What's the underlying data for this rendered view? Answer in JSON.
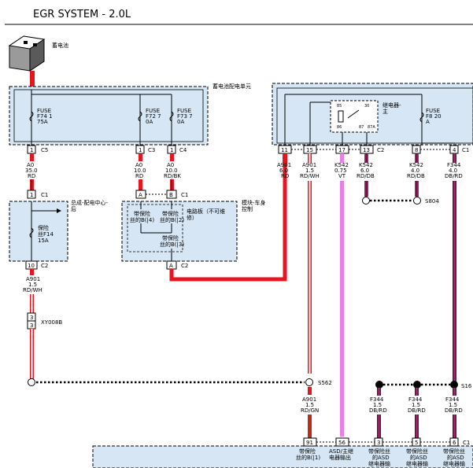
{
  "title": "EGR SYSTEM - 2.0L",
  "battery": {
    "label": "蓄电池"
  },
  "modules": {
    "bpdc": "蓄电池配电单元",
    "relay_unit_label": "继电器-",
    "relay_unit_label2": "主",
    "fuse_center": "总成-配电中心-",
    "fuse_center2": "后",
    "body_module": "模块-车身",
    "body_module2": "控制",
    "circuit_board": "电路板（不可维",
    "circuit_board2": "修）"
  },
  "fuses": [
    {
      "l1": "FUSE",
      "l2": "F74 1",
      "l3": "75A"
    },
    {
      "l1": "FUSE",
      "l2": "F72 7",
      "l3": "0A"
    },
    {
      "l1": "FUSE",
      "l2": "F73 7",
      "l3": "0A"
    },
    {
      "l1": "FUSE",
      "l2": "F8 20",
      "l3": "A"
    }
  ],
  "fuse_rear": {
    "l1": "保险",
    "l2": "丝F14",
    "l3": "15A"
  },
  "bcm_fuses": [
    {
      "l1": "带保险",
      "l2": "丝的B(|4)"
    },
    {
      "l1": "带保险",
      "l2": "丝的B(|2)"
    },
    {
      "l1": "带保险",
      "l2": "丝的B(|3)"
    }
  ],
  "relay_pins": {
    "p85": "85",
    "p86": "86",
    "p30": "30",
    "p87": "87",
    "p87a": "87A"
  },
  "pins": {
    "c5": "1",
    "c5_name": "C5",
    "c3": "1",
    "c3_name": "C3",
    "c4": "1",
    "c4_name": "C4",
    "c1a": "1",
    "c1a_name": "C1",
    "c1b": "C1",
    "pa": "A",
    "pb": "B",
    "c2a": "10",
    "c2a_name": "C2",
    "c2b": "A",
    "c2b_name": "C2",
    "xy1": "3",
    "xy2": "3",
    "xy_name": "XY008B",
    "r11": "11",
    "r15": "15",
    "r17": "17",
    "r13": "13",
    "r_c2": "C2",
    "r8": "8",
    "r4": "4",
    "r_c1": "C1",
    "b91": "91",
    "b56": "56",
    "b3": "3",
    "b5": "5",
    "b6": "6",
    "b_c1": "C1"
  },
  "wires": {
    "w1": [
      "A0",
      "35.0",
      "RD"
    ],
    "w2": [
      "A0",
      "10.0",
      "RD"
    ],
    "w3": [
      "A0",
      "10.0",
      "RD/BK"
    ],
    "w4": [
      "A901",
      "1.5",
      "RD/WH"
    ],
    "w5": [
      "A901",
      "6.0",
      "RD"
    ],
    "w6": [
      "A901",
      "1.5",
      "RD/WH"
    ],
    "w7": [
      "K542",
      "0.75",
      "VT"
    ],
    "w8": [
      "K542",
      "6.0",
      "RD/DB"
    ],
    "w9": [
      "K542",
      "4.0",
      "RD/DB"
    ],
    "w10": [
      "F344",
      "4.0",
      "DB/RD"
    ],
    "w11": [
      "A901",
      "1.5",
      "RD/GN"
    ],
    "w12": [
      "F344",
      "1.5",
      "DB/RD"
    ],
    "w13": [
      "F344",
      "1.5",
      "DB/RD"
    ],
    "w14": [
      "F344",
      "1.5",
      "DB/RD"
    ]
  },
  "splices": {
    "s804": "S804",
    "s562": "S562",
    "s16": "S16"
  },
  "bottom_labels": [
    {
      "l1": "带保险",
      "l2": "丝的B(|1)"
    },
    {
      "l1": "ASD/主继",
      "l2": "电器输出"
    },
    {
      "l1": "带保险丝",
      "l2": "的ASD",
      "l3": "继电器输"
    },
    {
      "l1": "带保险丝",
      "l2": "的ASD",
      "l3": "继电器输"
    },
    {
      "l1": "带保险丝",
      "l2": "的ASD",
      "l3": "继电器输"
    }
  ],
  "colors": {
    "red": "#e8141e",
    "violet": "#ea7ee6",
    "blue": "#23238c",
    "box": "#d6e6f4",
    "brown": "#8b4513"
  }
}
